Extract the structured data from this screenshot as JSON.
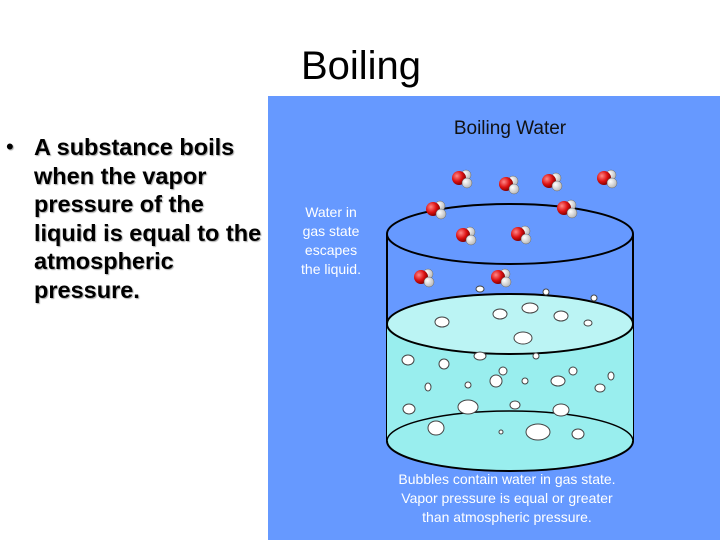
{
  "slide": {
    "title": "Boiling",
    "bullet": "A substance boils when the vapor pressure of the liquid is equal to the atmospheric pressure."
  },
  "figure": {
    "title": "Boiling Water",
    "side_caption": [
      "Water in",
      "gas state",
      "escapes",
      "the liquid."
    ],
    "bottom_caption": [
      "Bubbles contain water in gas state.",
      "Vapor pressure is equal or greater",
      "than atmospheric pressure."
    ],
    "colors": {
      "background": "#6699ff",
      "liquid": "#99eeee",
      "molecule_oxygen": "#dd1111",
      "molecule_hydrogen": "#ffffff",
      "bubble": "#ffffff"
    }
  }
}
